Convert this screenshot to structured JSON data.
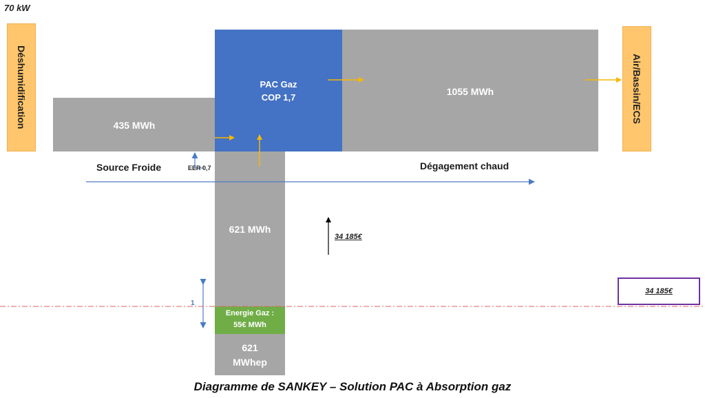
{
  "power_label": "70 kW",
  "left_side_label": "Déshumidification",
  "right_side_label": "Air/Bassin/ECS",
  "pac": {
    "line1": "PAC Gaz",
    "line2": "COP 1,7"
  },
  "flows": {
    "cold_source_value": "435 MWh",
    "heat_output_value": "1055 MWh",
    "gas_input_value": "621 MWh",
    "primary_energy_value": "621",
    "primary_energy_unit": "MWhep"
  },
  "gas_energy": {
    "line1": "Energie Gaz :",
    "line2": "55€ MWh"
  },
  "axis_labels": {
    "source_froide": "Source Froide",
    "eer": "EER 0,7",
    "degagement": "Dégagement chaud"
  },
  "cost_center": "34 185€",
  "cost_box": "34 185€",
  "ratio_marker": "1",
  "caption": "Diagramme de SANKEY – Solution PAC à Absorption gaz",
  "colors": {
    "grey_block": "#a6a6a6",
    "pac_blue": "#4472c4",
    "gas_green": "#70ad47",
    "side_orange": "#ffc66d",
    "flow_arrow": "#f5b800",
    "axis_arrow": "#4a7bc4",
    "dashed_line": "#e06060",
    "cost_box_border": "#7030a0"
  }
}
